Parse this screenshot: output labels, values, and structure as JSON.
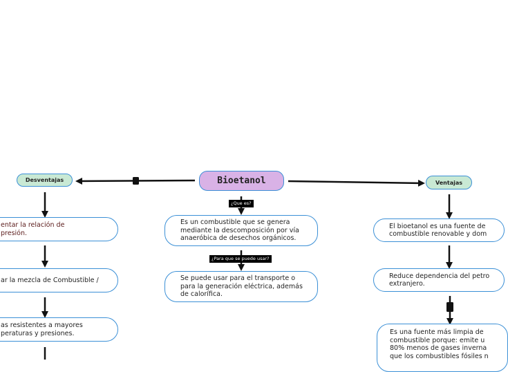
{
  "central": {
    "title": "Bioetanol"
  },
  "branches": {
    "left": {
      "label": "Desventajas"
    },
    "right": {
      "label": "Ventajas"
    }
  },
  "link_labels": {
    "que_es": "¿Que es?",
    "para_que": "¿Para que se puede usar?"
  },
  "center_nodes": [
    {
      "text": "Es un combustible que se genera\nmediante la descomposición por vía\nanaeróbica de desechos orgánicos."
    },
    {
      "text": "Se puede usar para el transporte o\npara la generación eléctrica, además\nde calorífica."
    }
  ],
  "left_nodes": [
    {
      "text": "entar la relación de\npresión."
    },
    {
      "text": "ar la mezcla de Combustible /"
    },
    {
      "text": "as resistentes a mayores\nperaturas y presiones."
    }
  ],
  "right_nodes": [
    {
      "text": "El bioetanol es una fuente de\ncombustible renovable y dom"
    },
    {
      "text": "Reduce dependencia del petro\nextranjero."
    },
    {
      "text": "Es una fuente más limpia de\ncombustible porque: emite u\n80% menos de gases inverna\nque los combustibles fósiles n"
    }
  ],
  "colors": {
    "central_fill": "#d9b2e6",
    "tag_fill": "#c9e9d4",
    "border": "#3a8fd6",
    "connector": "#111111"
  },
  "icons": {
    "arrow": "arrow-head-icon",
    "marker": "square-marker-icon"
  }
}
